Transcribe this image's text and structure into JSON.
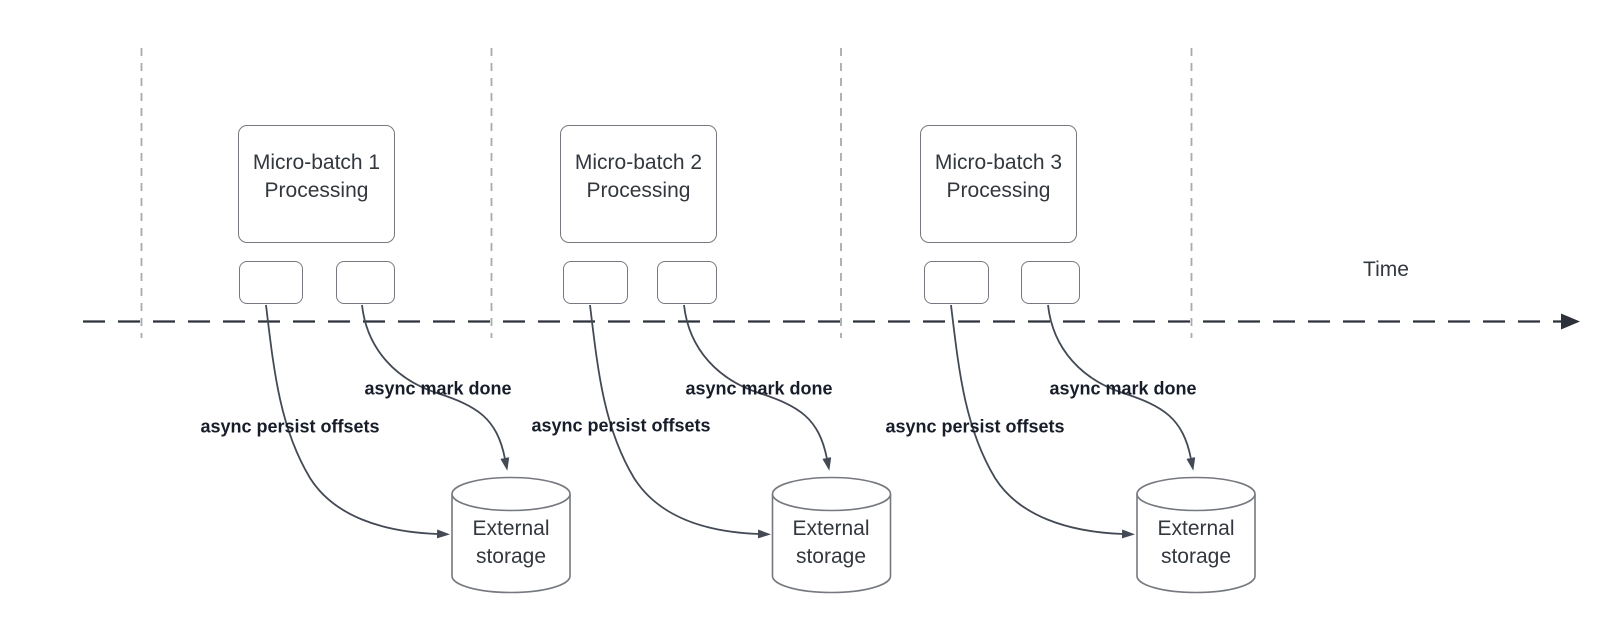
{
  "diagram": {
    "time_label": "Time",
    "batches": [
      {
        "title": "Micro-batch 1\nProcessing",
        "persist_label": "async persist offsets",
        "done_label": "async mark done",
        "storage_label": "External\nstorage"
      },
      {
        "title": "Micro-batch 2\nProcessing",
        "persist_label": "async persist offsets",
        "done_label": "async mark done",
        "storage_label": "External\nstorage"
      },
      {
        "title": "Micro-batch 3\nProcessing",
        "persist_label": "async persist offsets",
        "done_label": "async mark done",
        "storage_label": "External\nstorage"
      }
    ],
    "colors": {
      "shape_stroke": "#75797f",
      "curve_stroke": "#434a54",
      "axis_stroke": "#2c313a",
      "grid_stroke": "#a8aaad",
      "label_text": "#171d29",
      "shape_text": "#33383e"
    }
  }
}
